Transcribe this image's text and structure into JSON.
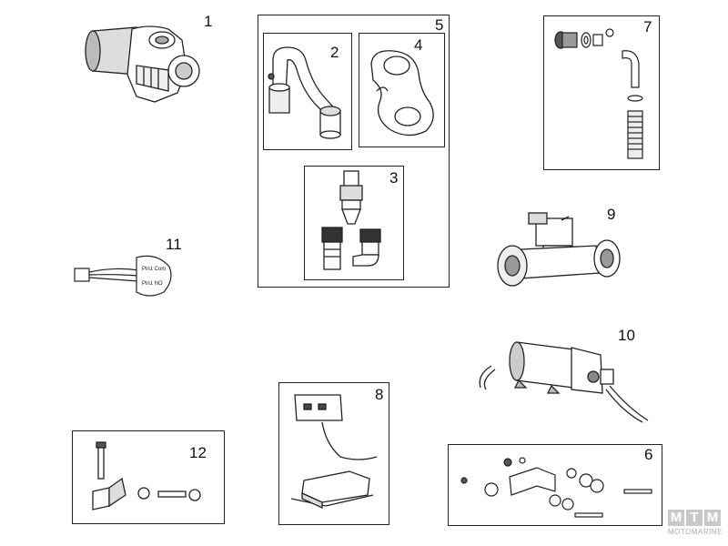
{
  "callouts": {
    "n1": "1",
    "n2": "2",
    "n3": "3",
    "n4": "4",
    "n5": "5",
    "n6": "6",
    "n7": "7",
    "n8": "8",
    "n9": "9",
    "n10": "10",
    "n11": "11",
    "n12": "12"
  },
  "switch_labels": {
    "upper": "Pin1 Com",
    "lower": "Pin1 NO"
  },
  "watermark": {
    "letters": [
      "M",
      "T",
      "M"
    ],
    "text": "MOTOMARINE"
  }
}
